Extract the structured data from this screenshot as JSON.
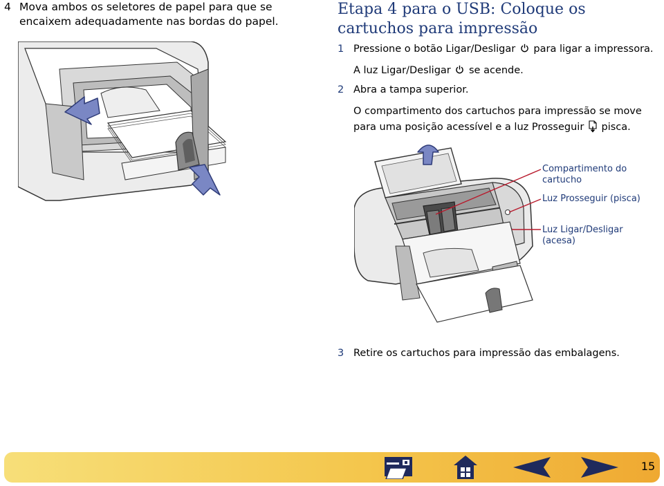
{
  "step4": {
    "number": "4",
    "text": "Mova ambos os seletores de papel para que se encaixem adequadamente nas bordas do papel."
  },
  "heading": "Etapa 4 para o USB: Coloque os cartuchos para impressão",
  "steps": [
    {
      "number": "1",
      "line1_before": "Pressione o botão Ligar/Desligar",
      "line1_after": "para ligar a impressora.",
      "line2_before": "A luz Ligar/Desligar",
      "line2_after": "se acende."
    },
    {
      "number": "2",
      "line1": "Abra a tampa superior.",
      "line2": "O compartimento dos cartuchos para impressão se move",
      "line3_before": "para uma posição acessível e a luz Prosseguir",
      "line3_after": "pisca."
    },
    {
      "number": "3",
      "text": "Retire os cartuchos para impressão das embalagens."
    }
  ],
  "callouts": {
    "cartridge_cradle": [
      "Compartimento do",
      "cartucho"
    ],
    "resume_light": "Luz Prosseguir (pisca)",
    "power_light": [
      "Luz Ligar/Desligar",
      "(acesa)"
    ]
  },
  "footer": {
    "page_number": "15",
    "icons": [
      "print-guide-icon",
      "home-icon",
      "previous-page-icon",
      "next-page-icon"
    ]
  },
  "colors": {
    "heading": "#1f3a78",
    "callout_line": "#b81a2c",
    "arrow": "#7a87c4",
    "footer_start": "#f7df79",
    "footer_end": "#efa932"
  }
}
